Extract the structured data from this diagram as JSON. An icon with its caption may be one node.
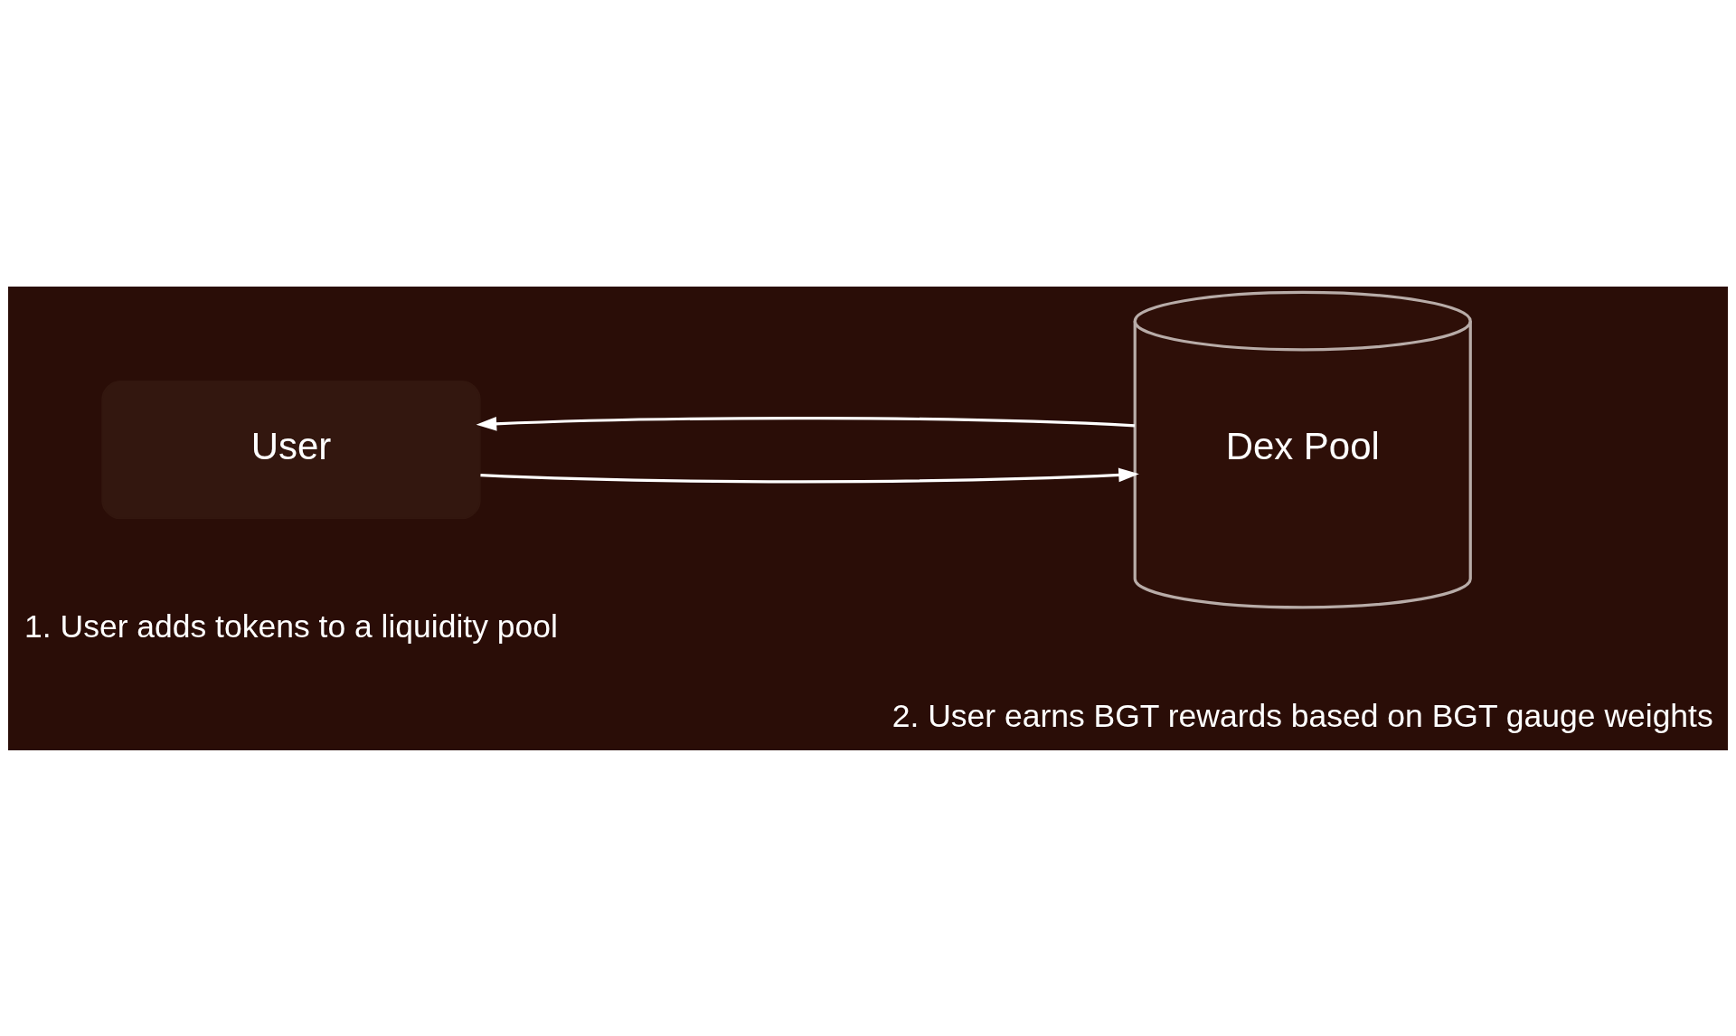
{
  "diagram": {
    "nodes": [
      {
        "text": [
          "User"
        ]
      },
      {
        "text": [
          "Dex Pool"
        ]
      }
    ],
    "edges": [
      {
        "from": 1,
        "to": 0,
        "arrow": "to"
      },
      {
        "from": 0,
        "to": 1,
        "arrow": "to"
      }
    ],
    "labels": [
      "1. User adds tokens to a liquidity pool",
      "2. User earns BGT rewards based on BGT gauge weights"
    ]
  }
}
